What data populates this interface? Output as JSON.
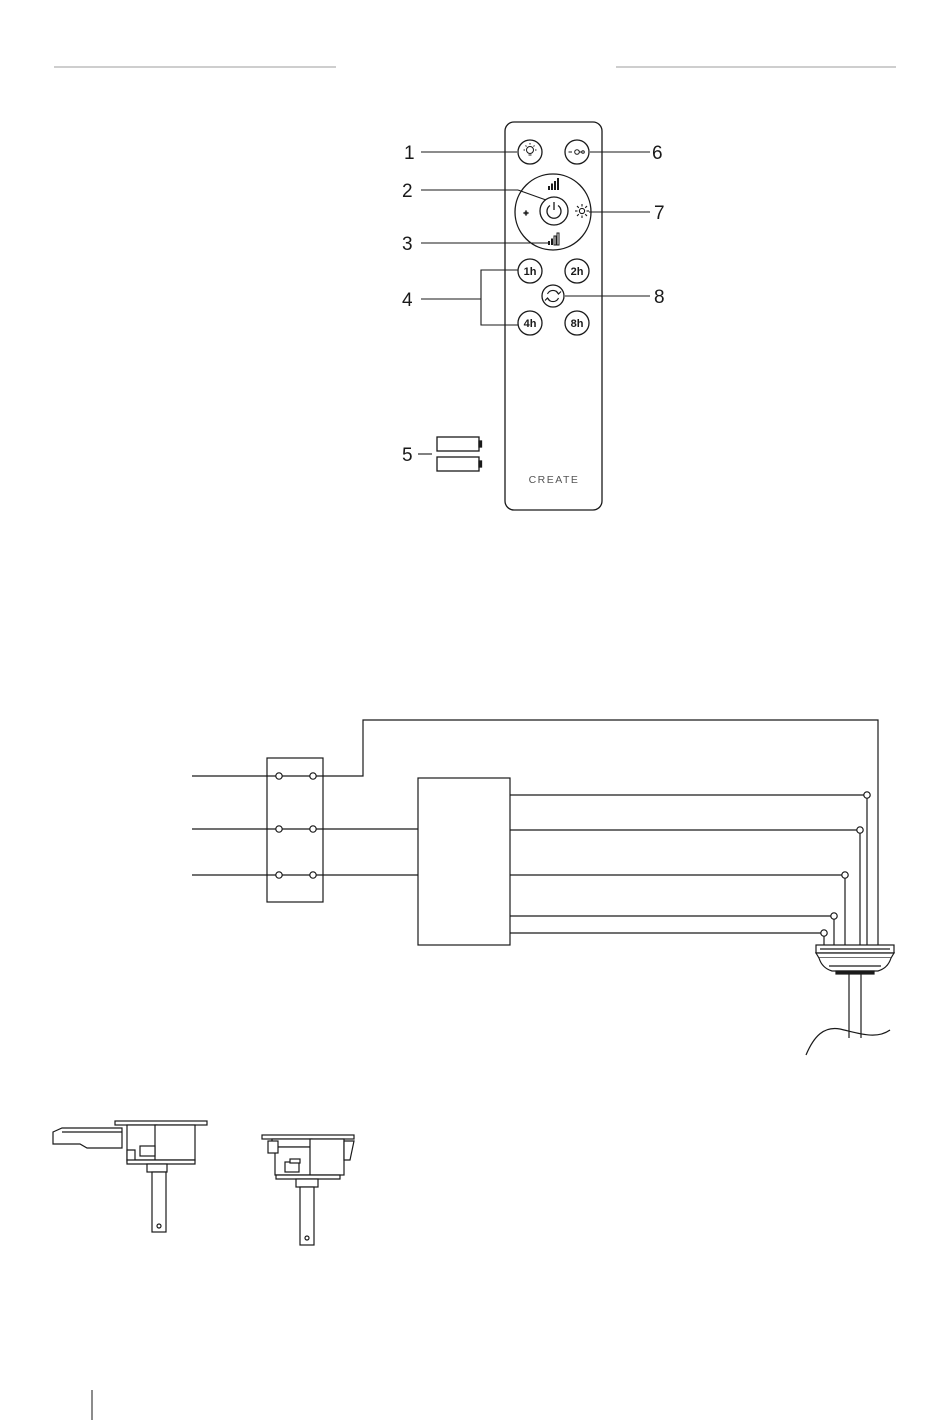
{
  "remote": {
    "brand": "CREATE",
    "buttons": {
      "timer_1h": "1h",
      "timer_2h": "2h",
      "timer_4h": "4h",
      "timer_8h": "8h"
    }
  },
  "callouts": [
    "1",
    "2",
    "3",
    "4",
    "5",
    "6",
    "7",
    "8"
  ],
  "colors": {
    "line": "#1a1a1a",
    "header_rule": "#bdbdbd",
    "label_gray": "#555555"
  },
  "icons": [
    "light-bulb-icon",
    "signal-bars-icon",
    "power-icon",
    "sun-icon",
    "pairing-icon",
    "reverse-icon",
    "battery-icon"
  ]
}
